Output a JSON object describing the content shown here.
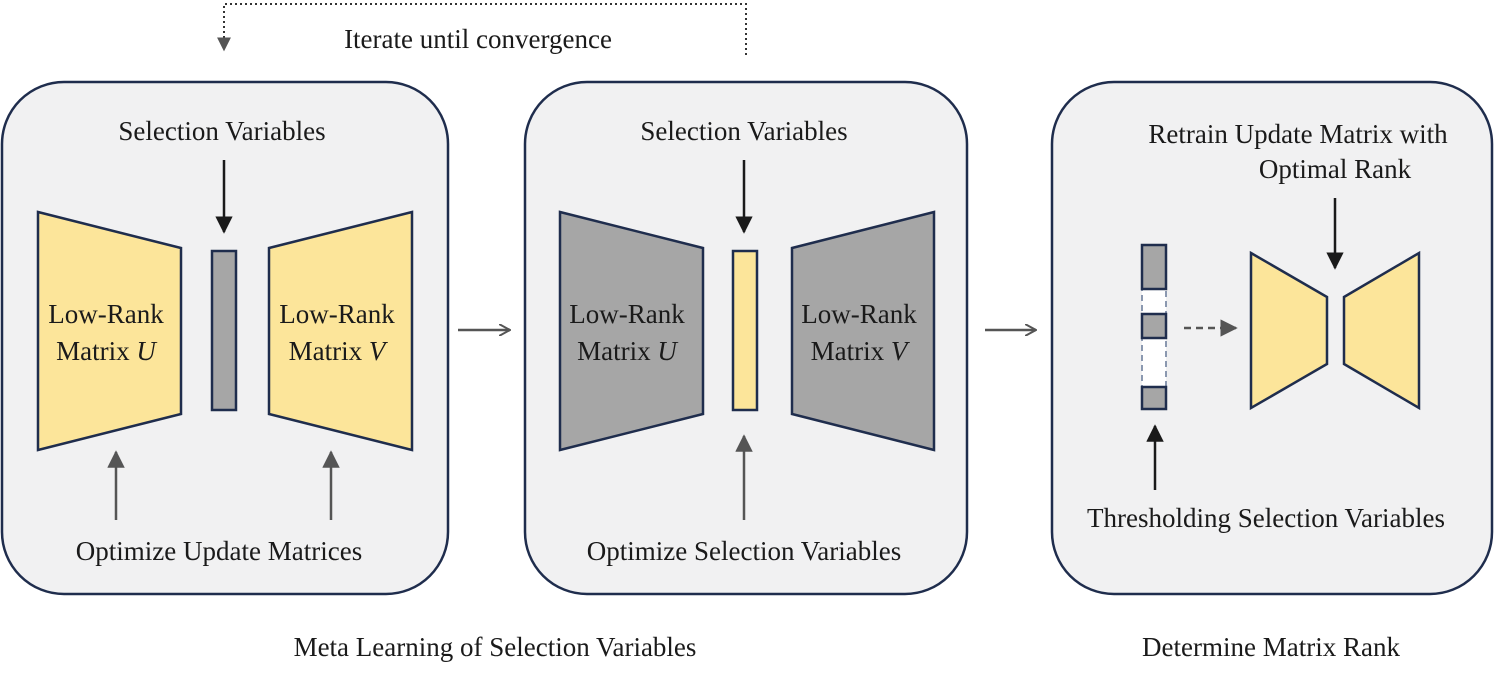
{
  "loop_label": "Iterate until convergence",
  "panel1": {
    "top_label": "Selection Variables",
    "left_matrix": [
      "Low-Rank",
      "Matrix U"
    ],
    "right_matrix": [
      "Low-Rank",
      "Matrix V"
    ],
    "bottom_label": "Optimize Update Matrices"
  },
  "panel2": {
    "top_label": "Selection Variables",
    "left_matrix": [
      "Low-Rank",
      "Matrix U"
    ],
    "right_matrix": [
      "Low-Rank",
      "Matrix V"
    ],
    "bottom_label": "Optimize Selection Variables"
  },
  "panel3": {
    "top_label_line1": "Retrain Update Matrix with",
    "top_label_line2": "Optimal Rank",
    "bottom_label": "Thresholding Selection Variables"
  },
  "captions": {
    "left": "Meta Learning of Selection Variables",
    "right": "Determine Matrix Rank"
  },
  "colors": {
    "panel_fill": "#f1f1f2",
    "panel_border": "#1f2d4d",
    "yellow": "#fce59a",
    "gray": "#a6a6a6",
    "arrow": "#555555"
  }
}
